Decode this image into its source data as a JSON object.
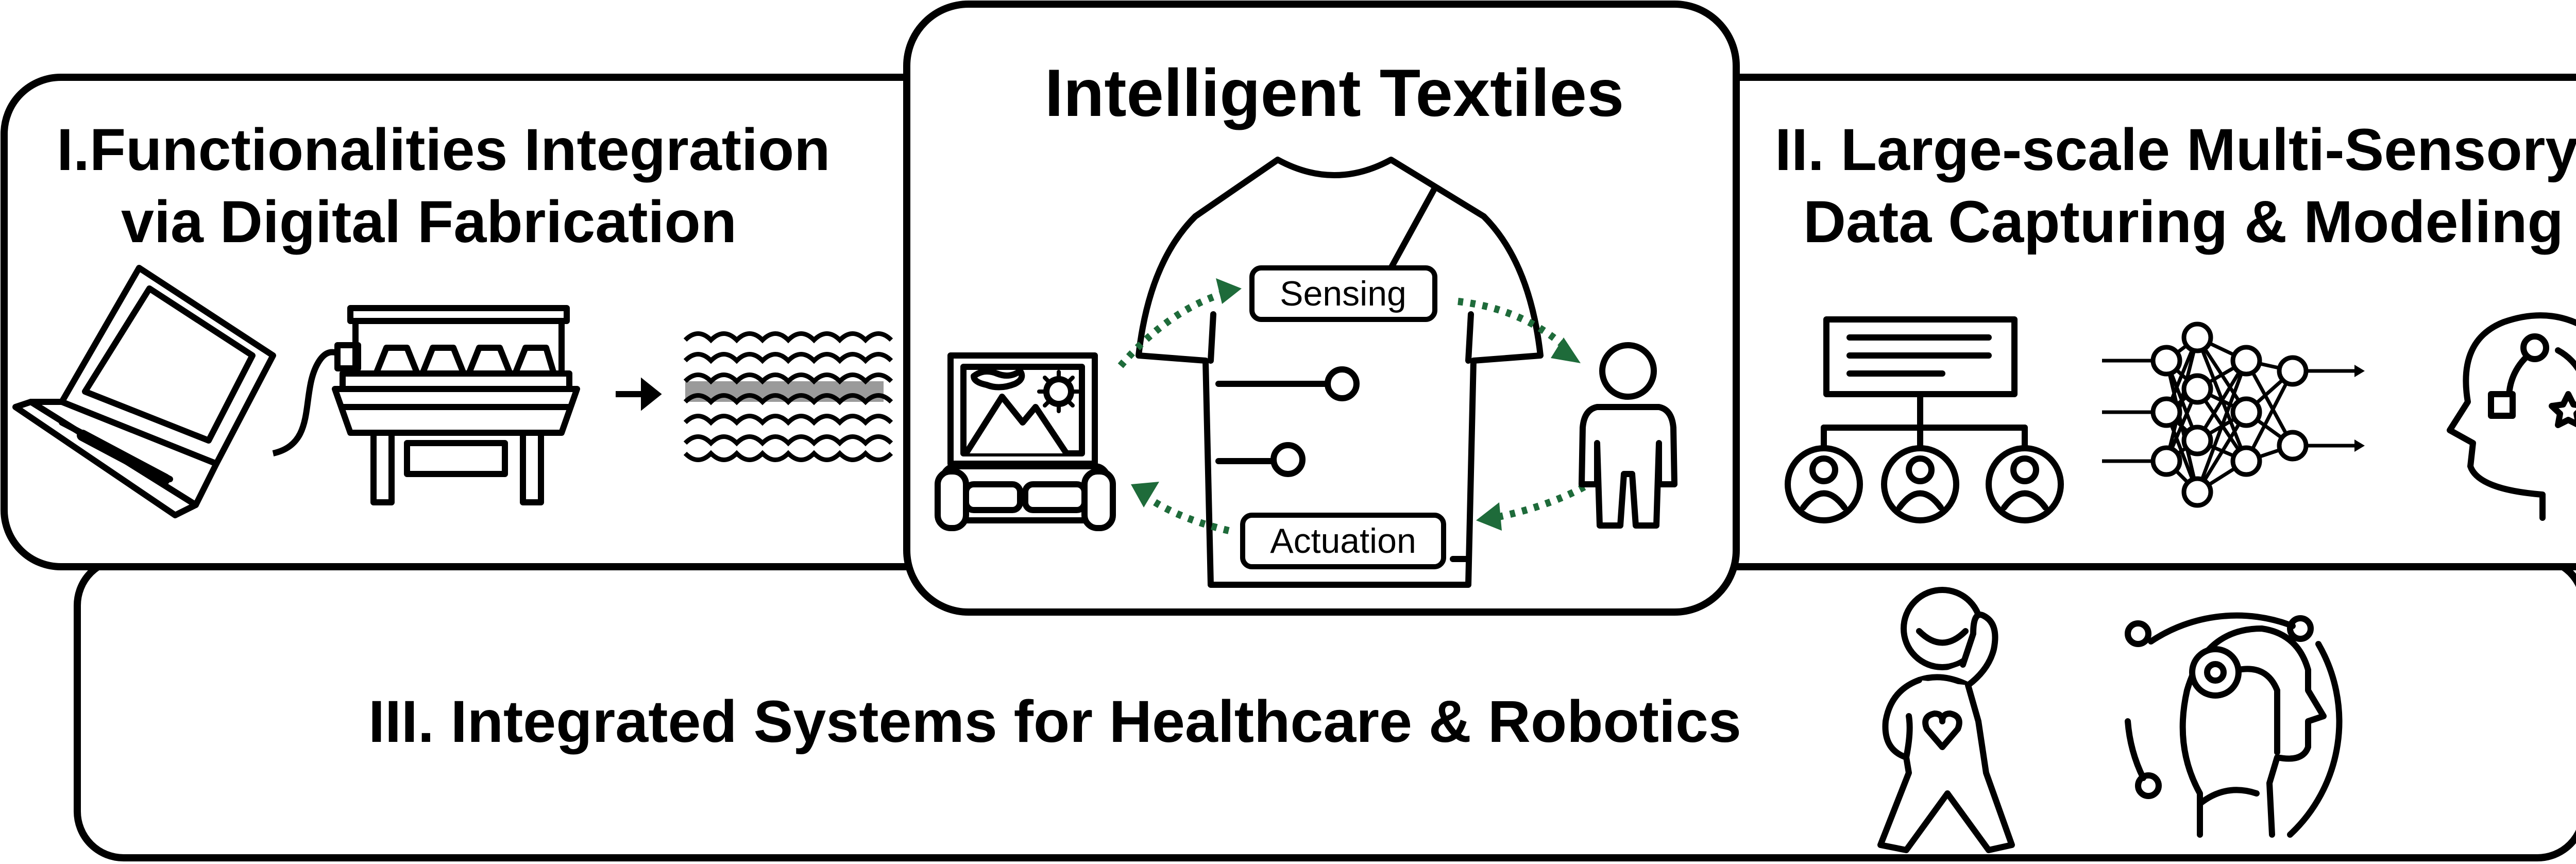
{
  "center": {
    "title": "Intelligent Textiles",
    "sensing_label": "Sensing",
    "actuation_label": "Actuation"
  },
  "panel_left": {
    "title_line1": "I.Functionalities Integration",
    "title_line2": "via Digital Fabrication"
  },
  "panel_right": {
    "title_line1": "II. Large-scale Multi-Sensory",
    "title_line2": "Data Capturing & Modeling"
  },
  "panel_bottom": {
    "title": "III. Integrated Systems for Healthcare & Robotics"
  },
  "colors": {
    "stroke": "#000000",
    "background": "#ffffff",
    "arrow_green": "#1e6b3a",
    "knit_gray": "#9a9a9a"
  },
  "icons": [
    "laptop-icon",
    "knitting-machine-icon",
    "arrow-right-icon",
    "knitted-fabric-icon",
    "t-shirt-icon",
    "living-room-icon",
    "person-icon",
    "dataset-users-icon",
    "neural-network-icon",
    "head-cognition-icon",
    "fitness-person-icon",
    "robot-head-icon"
  ]
}
